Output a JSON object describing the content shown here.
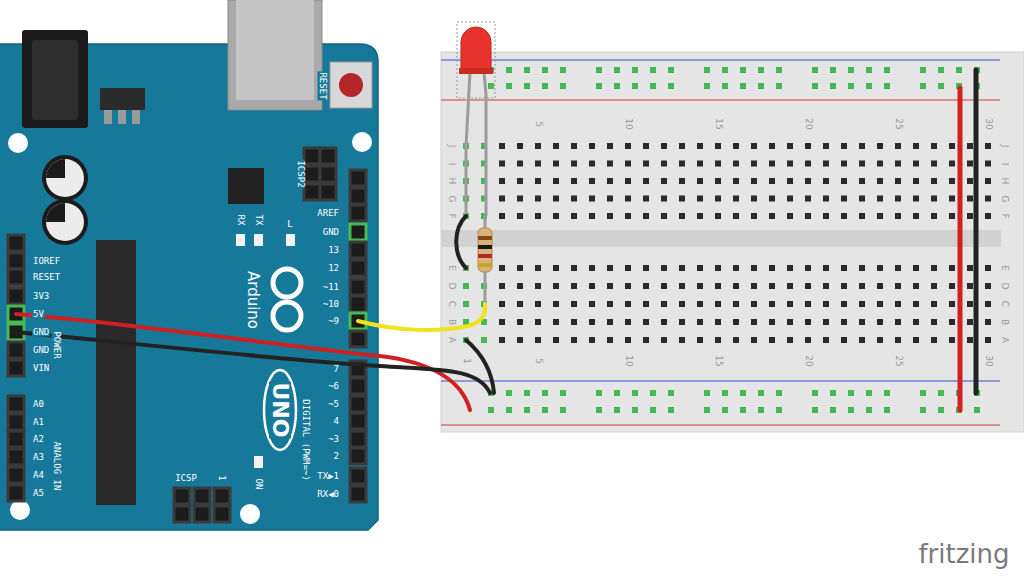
{
  "diagram": {
    "labels": [
      "RESET",
      "ICSP2",
      "RX",
      "TX",
      "L",
      "AREF",
      "GND",
      "13",
      "12",
      "~11",
      "~10",
      "~9",
      "Arduino",
      "UNO",
      "IOREF",
      "RESET",
      "3V3",
      "5V",
      "GND",
      "GND",
      "VIN",
      "POWER",
      "A0",
      "A1",
      "A2",
      "A3",
      "A4",
      "A5",
      "ANALOG IN",
      "7",
      "~6",
      "~5",
      "4",
      "~3",
      "2",
      "TX▶1",
      "RX◀0",
      "DIGITAL (PWM=~)",
      "ICSP",
      "1",
      "ON",
      "5",
      "10",
      "15",
      "20",
      "25",
      "30",
      "1",
      "5",
      "10",
      "15",
      "20",
      "25",
      "30",
      "J",
      "I",
      "H",
      "G",
      "F",
      "E",
      "D",
      "C",
      "B",
      "A",
      "J",
      "I",
      "H",
      "G",
      "F",
      "E",
      "D",
      "C",
      "B",
      "A",
      "fritzing"
    ]
  }
}
